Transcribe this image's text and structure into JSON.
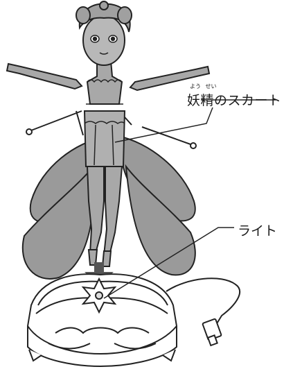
{
  "labels": {
    "fairy_skirt": "妖精のスカート",
    "fairy_skirt_ruby_yo": "よう",
    "fairy_skirt_ruby_sei": "せい",
    "light": "ライト"
  },
  "colors": {
    "outline": "#222222",
    "fill_gray": "#9a9a9a",
    "fill_light": "#c4c4c4",
    "arrow": "#555555"
  }
}
